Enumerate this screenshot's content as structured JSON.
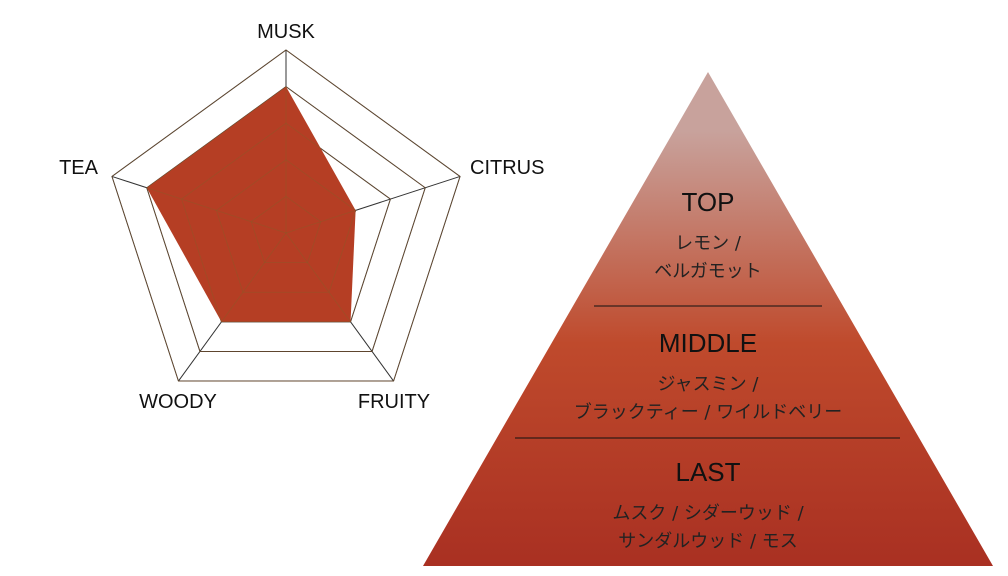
{
  "chart_data": [
    {
      "type": "radar",
      "axes": [
        "MUSK",
        "CITRUS",
        "FRUITY",
        "WOODY",
        "TEA"
      ],
      "values": [
        4,
        2,
        3,
        3,
        4
      ],
      "range": [
        0,
        5
      ],
      "levels": 5,
      "fill_color": "#b53e24"
    },
    {
      "type": "pyramid",
      "tiers": [
        {
          "title": "TOP",
          "notes": [
            "レモン /",
            "ベルガモット"
          ]
        },
        {
          "title": "MIDDLE",
          "notes": [
            "ジャスミン /",
            "ブラックティー / ワイルドベリー"
          ]
        },
        {
          "title": "LAST",
          "notes": [
            "ムスク / シダーウッド /",
            "サンダルウッド / モス"
          ]
        }
      ],
      "colors": {
        "top": "#c8a29c",
        "middle": "#bf4a2c",
        "bottom": "#a93022"
      }
    }
  ]
}
